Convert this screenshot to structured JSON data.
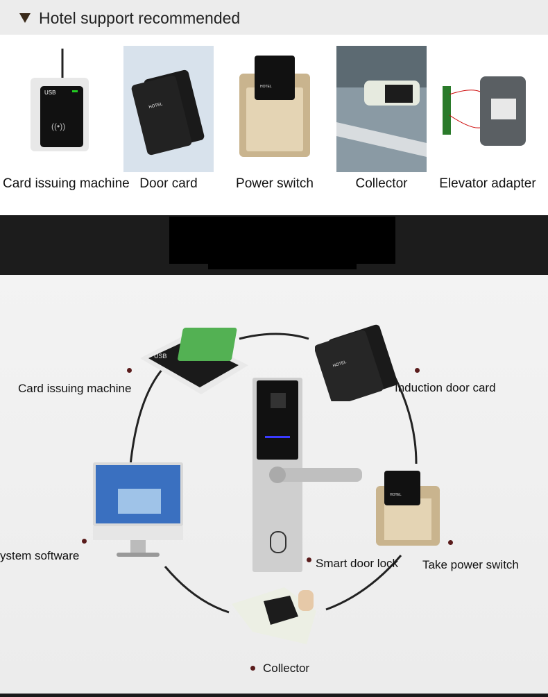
{
  "header": {
    "title": "Hotel support recommended"
  },
  "products": [
    {
      "label": "Card issuing machine"
    },
    {
      "label": "Door card"
    },
    {
      "label": "Power switch"
    },
    {
      "label": "Collector"
    },
    {
      "label": "Elevator adapter"
    }
  ],
  "diagram": {
    "labels": {
      "card_issuing": "Card issuing machine",
      "induction_card": "Induction door card",
      "system_software": "ystem software",
      "smart_lock": "Smart door lock",
      "take_power": "Take power switch",
      "collector": "Collector"
    }
  }
}
